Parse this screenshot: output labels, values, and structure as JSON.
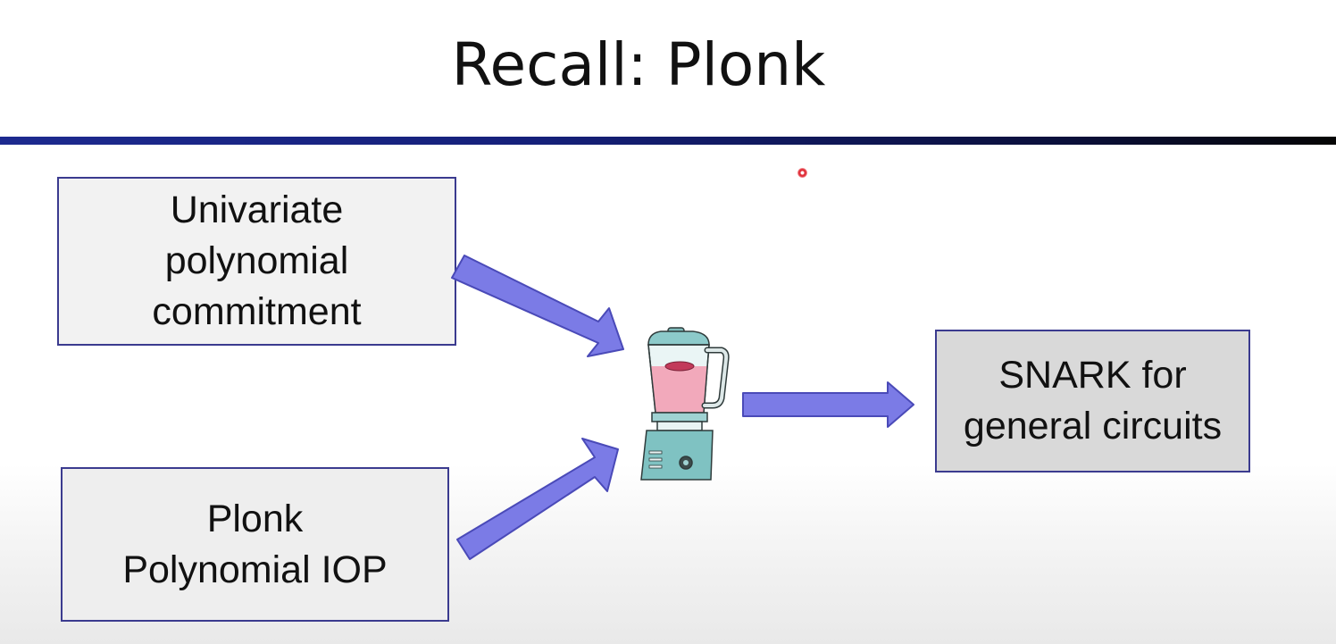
{
  "slide": {
    "title": "Recall: Plonk"
  },
  "boxes": {
    "univariate_commitment": {
      "lines": [
        "Univariate",
        "polynomial",
        "commitment"
      ]
    },
    "plonk_iop": {
      "lines": [
        "Plonk",
        "Polynomial IOP"
      ]
    },
    "snark": {
      "lines": [
        "SNARK for",
        "general circuits"
      ]
    }
  },
  "icons": {
    "blender": "blender-icon",
    "pointer": "laser-pointer-dot"
  },
  "colors": {
    "arrow_fill": "#7b7be6",
    "arrow_stroke": "#4a4ab8",
    "title_rule": "#15207a",
    "box_border": "#3b3b8f"
  }
}
